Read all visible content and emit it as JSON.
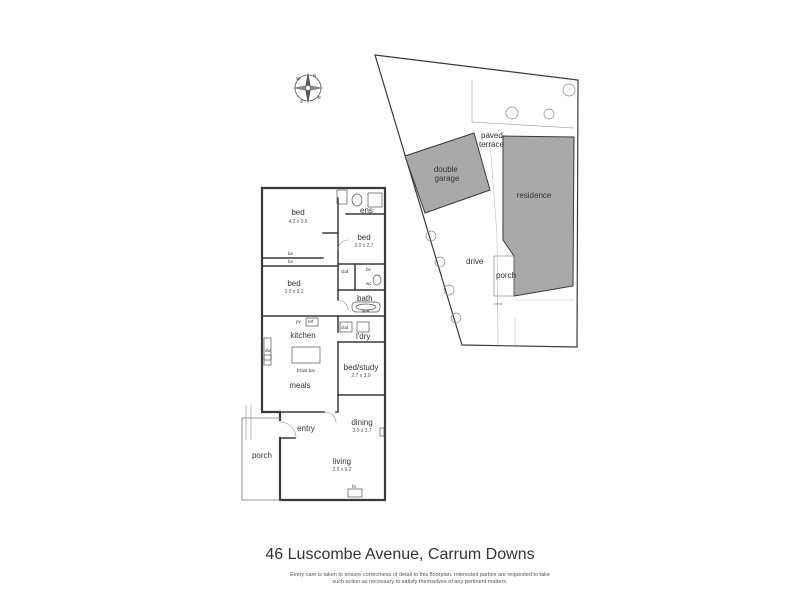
{
  "compass": {
    "icon": "compass-rose-icon",
    "letters": [
      "N",
      "S",
      "W",
      "E"
    ]
  },
  "rooms": {
    "bed1": {
      "name": "bed",
      "dims": "4.2 x 3.6"
    },
    "ens": {
      "name": "ens"
    },
    "bed2": {
      "name": "bed",
      "dims": "3.0 x 2.7"
    },
    "bir1": {
      "name": "bir"
    },
    "bir2": {
      "name": "bir"
    },
    "bir3": {
      "name": "bir"
    },
    "cbd": {
      "name": "cbd"
    },
    "wc": {
      "name": "wc"
    },
    "bed3": {
      "name": "bed",
      "dims": "3.0 x 3.2"
    },
    "bath": {
      "name": "bath"
    },
    "spa": {
      "name": "spa"
    },
    "pantry": {
      "name": "pv"
    },
    "ref": {
      "name": "ref"
    },
    "cbd2": {
      "name": "cbd"
    },
    "ldry": {
      "name": "l'dry"
    },
    "kitchen": {
      "name": "kitchen"
    },
    "bfast": {
      "name": "b'fast bar"
    },
    "meals": {
      "name": "meals"
    },
    "study": {
      "name": "bed/study",
      "dims": "2.7 x 3.0"
    },
    "dw": {
      "name": "dw"
    },
    "entry": {
      "name": "entry"
    },
    "dining": {
      "name": "dining",
      "dims": "3.0 x 3.7"
    },
    "porch": {
      "name": "porch"
    },
    "living": {
      "name": "living",
      "dims": "3.6 x 6.2"
    },
    "heater": {
      "name": "ht"
    }
  },
  "site": {
    "paved_terrace": "paved\nterrace",
    "double_garage": "double\ngarage",
    "residence": "residence",
    "drive": "drive",
    "porch": "porch"
  },
  "title": "46 Luscombe Avenue, Carrum Downs",
  "disclaimer": "Every care is taken to ensure correctness of detail to this floorplan. Interested parties are requested to take such action as necessary to satisfy themselves of any pertinent matters.",
  "colors": {
    "walls": "#3a3a3a",
    "building_fill": "#a9a9a9",
    "text": "#333333"
  }
}
